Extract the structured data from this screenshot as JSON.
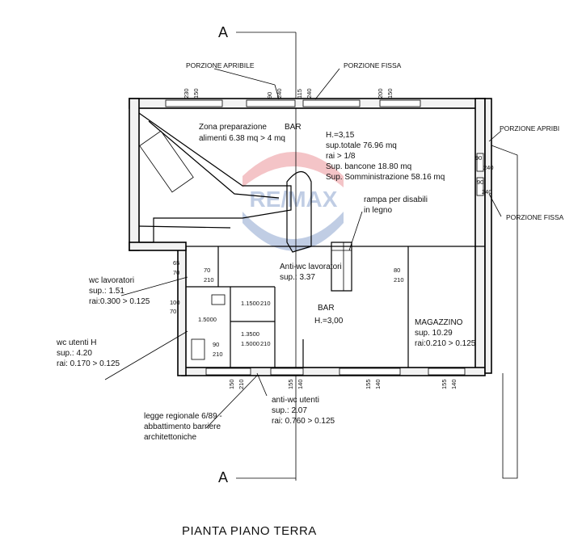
{
  "section": {
    "marker": "A"
  },
  "labels": {
    "porzione_apribile_top": "PORZIONE APRIBILE",
    "porzione_fissa_top": "PORZIONE FISSA",
    "porzione_apribile_right": "PORZIONE APRIBI",
    "porzione_fissa_right": "PORZIONE FISSA",
    "zona_preparazione_1": "Zona preparazione",
    "zona_preparazione_2": "alimenti 6.38 mq > 4 mq",
    "bar_top": "BAR",
    "bar_info": [
      "H.=3,15",
      "sup.totale  76.96 mq",
      "rai > 1/8",
      "Sup. bancone 18.80 mq",
      "Sup. Somministrazione 58.16 mq"
    ],
    "rampa": [
      "rampa per disabili",
      "in legno"
    ],
    "wc_lavoratori": [
      "wc lavoratori",
      "sup.: 1.51",
      "rai:0.300 > 0.125"
    ],
    "anti_wc_lavoratori": [
      "Anti-wc lavoratori",
      "sup.: 3.37"
    ],
    "bar_lower": [
      "BAR",
      "H.=3,00"
    ],
    "magazzino": [
      "MAGAZZINO",
      "sup. 10.29",
      "rai:0.210 > 0.125"
    ],
    "wc_utenti": [
      "wc utenti H",
      "sup.: 4.20",
      "rai: 0.170 > 0.125"
    ],
    "anti_wc_utenti": [
      "anti-wc utenti",
      "sup.: 2.07",
      "rai: 0.760 > 0.125"
    ],
    "legge": [
      "legge regionale 6/89 -",
      "abbattimento barriere",
      "architettoniche"
    ],
    "title": "PIANTA PIANO TERRA",
    "watermark": "RE/MAX"
  },
  "dims": {
    "top": [
      "230",
      "150",
      "90",
      "240",
      "115",
      "240",
      "200",
      "150"
    ],
    "right": [
      "90",
      "240",
      "90",
      "240"
    ],
    "left": [
      "65",
      "70",
      "100",
      "70"
    ],
    "rooms": [
      "70",
      "210",
      "80",
      "210",
      "1.1500",
      "210",
      "1.5000",
      "90",
      "210",
      "1.3500",
      "1.5000",
      "210"
    ],
    "bottom": [
      "150",
      "210",
      "155",
      "140",
      "155",
      "140",
      "155",
      "140"
    ]
  },
  "colors": {
    "line": "#000000",
    "watermark_red": "#d9303a",
    "watermark_blue": "#1f4fa0"
  }
}
